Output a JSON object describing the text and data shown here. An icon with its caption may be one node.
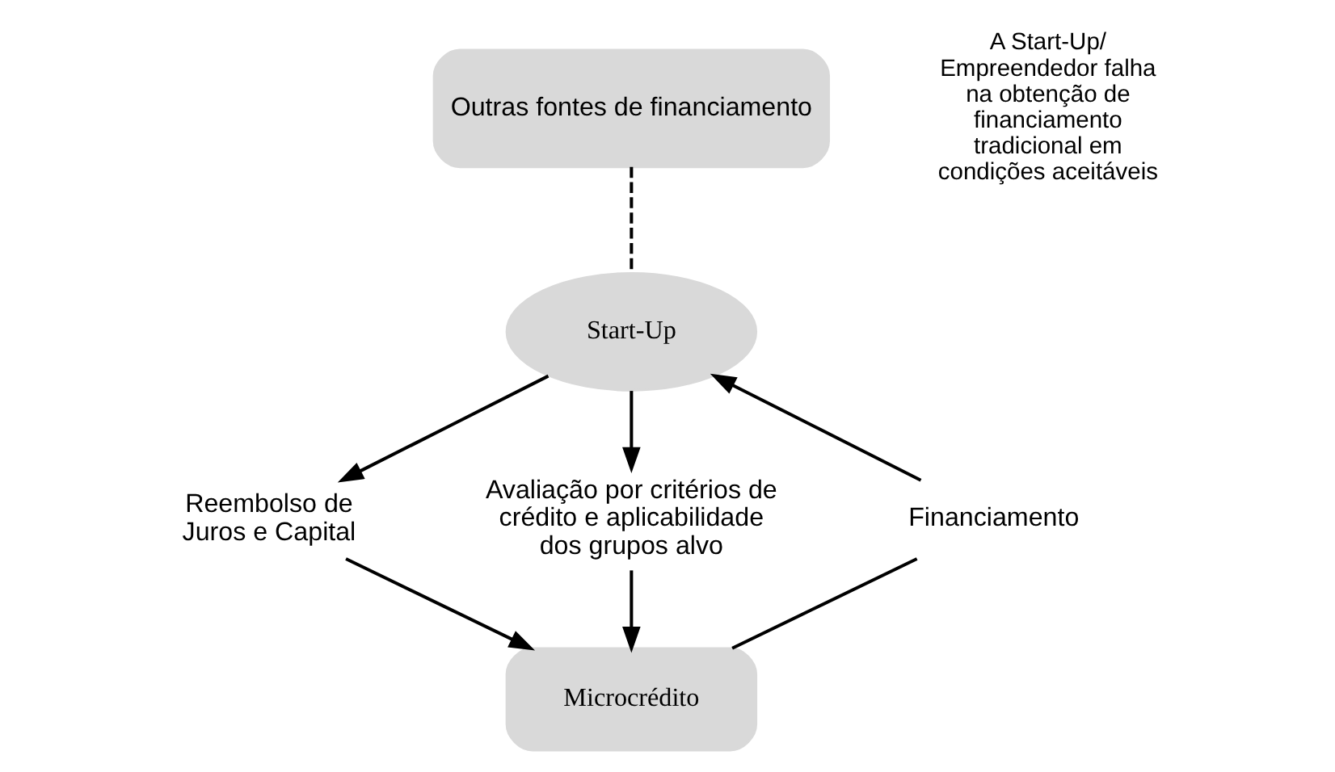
{
  "diagram": {
    "nodes": [
      {
        "text": [
          "Outras fontes de financiamento"
        ]
      },
      {
        "text": [
          "A Start-Up/ Empreendedor falha na obtenção de financiamento tradicional em condições aceitáveis"
        ]
      },
      {
        "text": [
          "Start-Up"
        ]
      },
      {
        "text": [
          "Reembolso de Juros e Capital"
        ]
      },
      {
        "text": [
          "Financiamento"
        ]
      },
      {
        "text": [
          "Avaliação por critérios de crédito e aplicabilidade dos grupos alvo"
        ]
      },
      {
        "text": [
          "Microcrédito"
        ]
      }
    ],
    "edges": [
      {
        "from": 0,
        "to": 2,
        "arrow": "none",
        "style": "dashed"
      },
      {
        "from": 2,
        "to": 3,
        "arrow": "to"
      },
      {
        "from": 3,
        "to": 6,
        "arrow": "to"
      },
      {
        "from": 6,
        "to": 4,
        "arrow": "none"
      },
      {
        "from": 4,
        "to": 2,
        "arrow": "to"
      },
      {
        "from": 2,
        "to": 5,
        "arrow": "to"
      },
      {
        "from": 5,
        "to": 6,
        "arrow": "to"
      }
    ]
  }
}
